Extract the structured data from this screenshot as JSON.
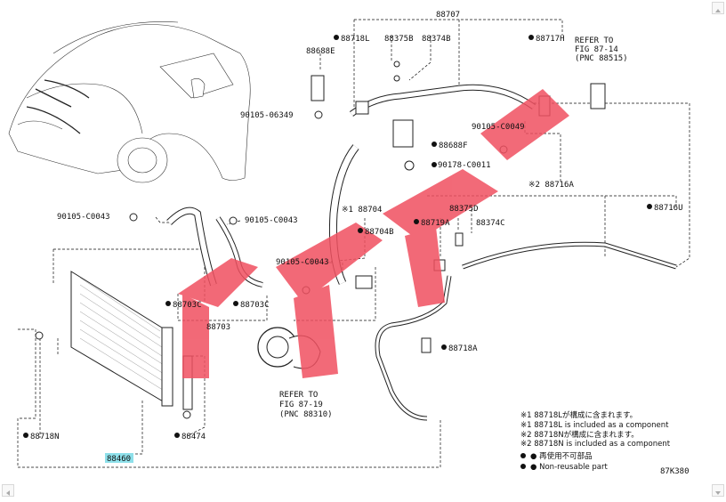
{
  "diagram": {
    "figure_code": "87K380",
    "labels": {
      "p88707": "88707",
      "p88718L": "88718L",
      "p88375B": "88375B",
      "p88374B": "88374B",
      "p88717H": "88717H",
      "p88688E": "88688E",
      "p90105_06349": "90105-06349",
      "p90105_C0049": "90105-C0049",
      "p88688F": "88688F",
      "p90178_C0011": "90178-C0011",
      "p88716A": "※2 88716A",
      "p88716U": "88716U",
      "p90105_C0043a": "90105-C0043",
      "p90105_C0043b": "90105-C0043",
      "p88704": "※1 88704",
      "p88704B": "88704B",
      "p88719A": "88719A",
      "p88375D": "88375D",
      "p88374C": "88374C",
      "p90105_C0043c": "90105-C0043",
      "p88703C_a": "88703C",
      "p88703C_b": "88703C",
      "p88703": "88703",
      "p88718A": "88718A",
      "p88718N": "88718N",
      "p88474": "88474",
      "p88460": "88460"
    },
    "refer1": [
      "REFER TO",
      "FIG 87-14",
      "(PNC 88515)"
    ],
    "refer2": [
      "REFER TO",
      "FIG 87-19",
      "(PNC 88310)"
    ],
    "notes": [
      "※1 88718Lが構成に含まれます。",
      "※1 88718L is included as a component",
      "※2 88718Nが構成に含まれます。",
      "※2 88718N is included as a component",
      "● 再使用不可部品",
      "● Non-reusable part"
    ],
    "colors": {
      "watermark": "#f05060",
      "highlight": "#8ee0ea",
      "line": "#111111"
    }
  }
}
